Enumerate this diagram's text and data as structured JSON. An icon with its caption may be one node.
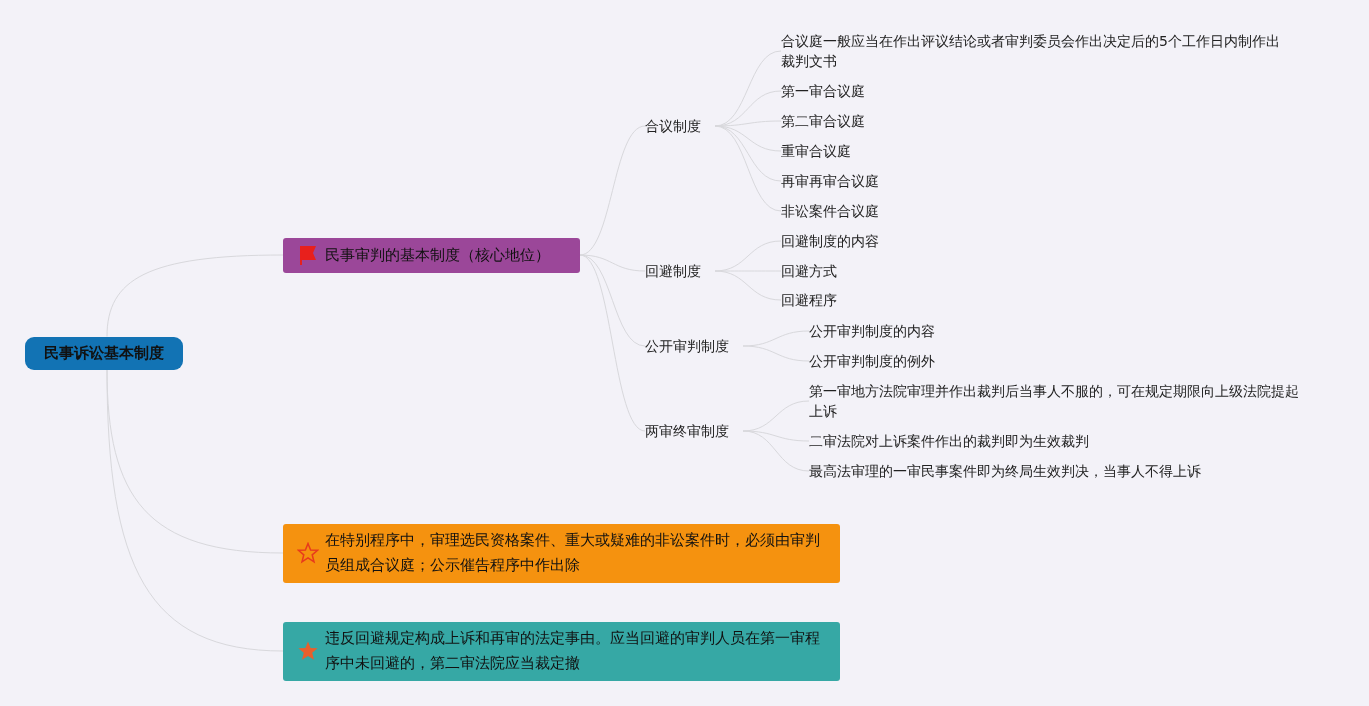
{
  "diagram": {
    "nodes": [
      {
        "text": [
          "民事诉讼基本制度"
        ]
      },
      {
        "text": [
          "民事审判的基本制度（核心地位）"
        ]
      },
      {
        "text": [
          "合议制度"
        ]
      },
      {
        "text": [
          "合议庭一般应当在作出评议结论或者审判委员会作出决定后的5个工作日内制作出裁判文书"
        ]
      },
      {
        "text": [
          "第一审合议庭"
        ]
      },
      {
        "text": [
          "第二审合议庭"
        ]
      },
      {
        "text": [
          "重审合议庭"
        ]
      },
      {
        "text": [
          "再审再审合议庭"
        ]
      },
      {
        "text": [
          "非讼案件合议庭"
        ]
      },
      {
        "text": [
          "回避制度"
        ]
      },
      {
        "text": [
          "回避制度的内容"
        ]
      },
      {
        "text": [
          "回避方式"
        ]
      },
      {
        "text": [
          "回避程序"
        ]
      },
      {
        "text": [
          "公开审判制度"
        ]
      },
      {
        "text": [
          "公开审判制度的内容"
        ]
      },
      {
        "text": [
          "公开审判制度的例外"
        ]
      },
      {
        "text": [
          "两审终审制度"
        ]
      },
      {
        "text": [
          "第一审地方法院审理并作出裁判后当事人不服的，可在规定期限向上级法院提起上诉"
        ]
      },
      {
        "text": [
          "二审法院对上诉案件作出的裁判即为生效裁判"
        ]
      },
      {
        "text": [
          "最高法审理的一审民事案件即为终局生效判决，当事人不得上诉"
        ]
      },
      {
        "text": [
          "在特别程序中，审理选民资格案件、重大或疑难的非讼案件时，必须由审判员组成合议庭；公示催告程序中作出除"
        ]
      },
      {
        "text": [
          "违反回避规定构成上诉和再审的法定事由。应当回避的审判人员在第一审程序中未回避的，第二审法院应当裁定撤"
        ]
      }
    ],
    "edges": [
      {
        "from": 0,
        "to": 1,
        "arrow": "none"
      },
      {
        "from": 0,
        "to": 20,
        "arrow": "none"
      },
      {
        "from": 0,
        "to": 21,
        "arrow": "none"
      },
      {
        "from": 1,
        "to": 2,
        "arrow": "none"
      },
      {
        "from": 1,
        "to": 9,
        "arrow": "none"
      },
      {
        "from": 1,
        "to": 13,
        "arrow": "none"
      },
      {
        "from": 1,
        "to": 16,
        "arrow": "none"
      },
      {
        "from": 2,
        "to": 3,
        "arrow": "none"
      },
      {
        "from": 2,
        "to": 4,
        "arrow": "none"
      },
      {
        "from": 2,
        "to": 5,
        "arrow": "none"
      },
      {
        "from": 2,
        "to": 6,
        "arrow": "none"
      },
      {
        "from": 2,
        "to": 7,
        "arrow": "none"
      },
      {
        "from": 2,
        "to": 8,
        "arrow": "none"
      },
      {
        "from": 9,
        "to": 10,
        "arrow": "none"
      },
      {
        "from": 9,
        "to": 11,
        "arrow": "none"
      },
      {
        "from": 9,
        "to": 12,
        "arrow": "none"
      },
      {
        "from": 13,
        "to": 14,
        "arrow": "none"
      },
      {
        "from": 13,
        "to": 15,
        "arrow": "none"
      },
      {
        "from": 16,
        "to": 17,
        "arrow": "none"
      },
      {
        "from": 16,
        "to": 18,
        "arrow": "none"
      },
      {
        "from": 16,
        "to": 19,
        "arrow": "none"
      }
    ]
  }
}
